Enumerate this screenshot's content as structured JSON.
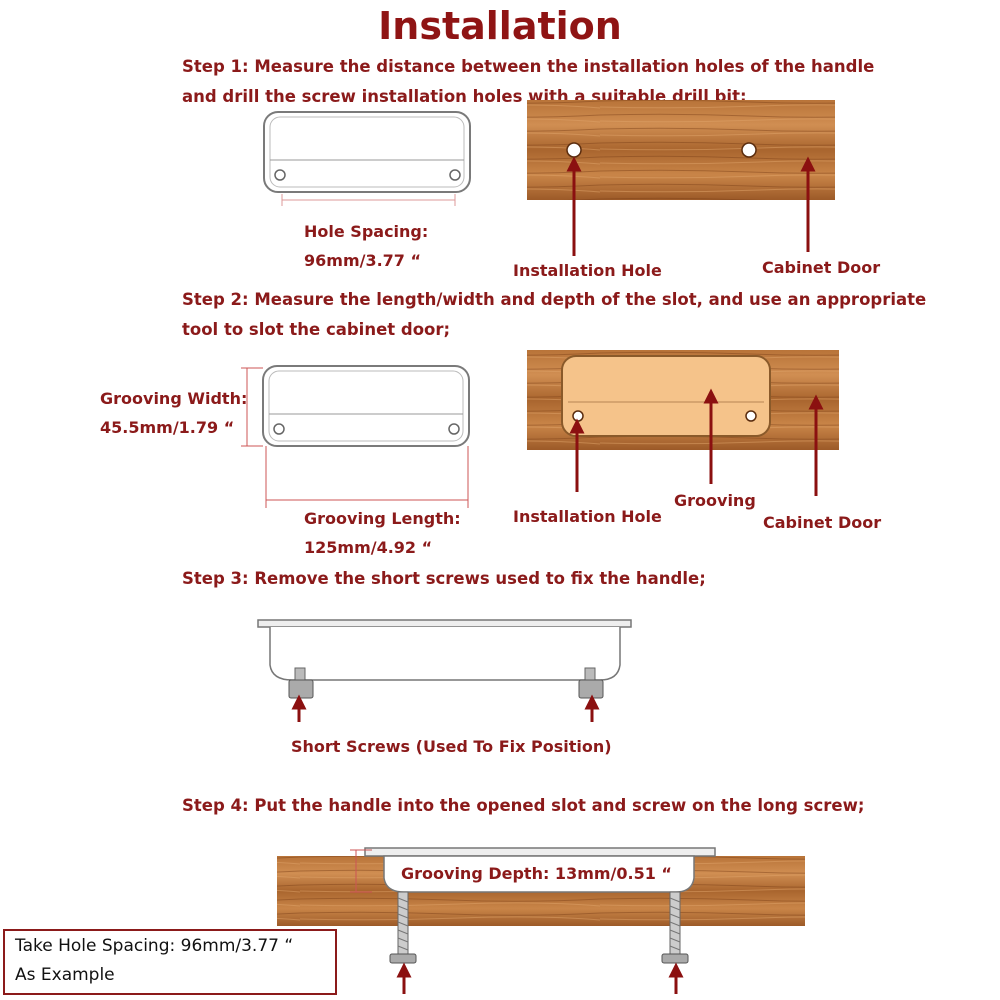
{
  "title": "Installation",
  "steps": [
    {
      "line1": "Step 1: Measure the distance between the installation holes of the handle",
      "line2": "and drill the screw installation holes with a suitable drill bit;"
    },
    {
      "line1": "Step 2: Measure the length/width and depth of the slot, and use an appropriate",
      "line2": "tool to slot the cabinet door;"
    },
    {
      "line1": "Step 3: Remove the short screws used to fix the handle;"
    },
    {
      "line1": "Step 4: Put the handle into the opened slot and screw on the long screw;"
    }
  ],
  "labels": {
    "hole_spacing_1": "Hole Spacing:",
    "hole_spacing_2": "96mm/3.77 “",
    "installation_hole": "Installation Hole",
    "cabinet_door": "Cabinet Door",
    "grooving_width_1": "Grooving Width:",
    "grooving_width_2": "45.5mm/1.79 “",
    "grooving_length_1": "Grooving Length:",
    "grooving_length_2": "125mm/4.92 “",
    "grooving": "Grooving",
    "short_screws": "Short Screws (Used To Fix Position)",
    "grooving_depth": "Grooving Depth: 13mm/0.51 “"
  },
  "note": {
    "line1": "Take Hole Spacing: 96mm/3.77 “",
    "line2": "As Example"
  },
  "colors": {
    "text": "#8b1a1a",
    "arrow": "#8b1010",
    "wood_light": "#c8854a",
    "wood_dark": "#8a4a1e",
    "handle_outline": "#777777",
    "grooving_fill": "#f5c38a"
  }
}
